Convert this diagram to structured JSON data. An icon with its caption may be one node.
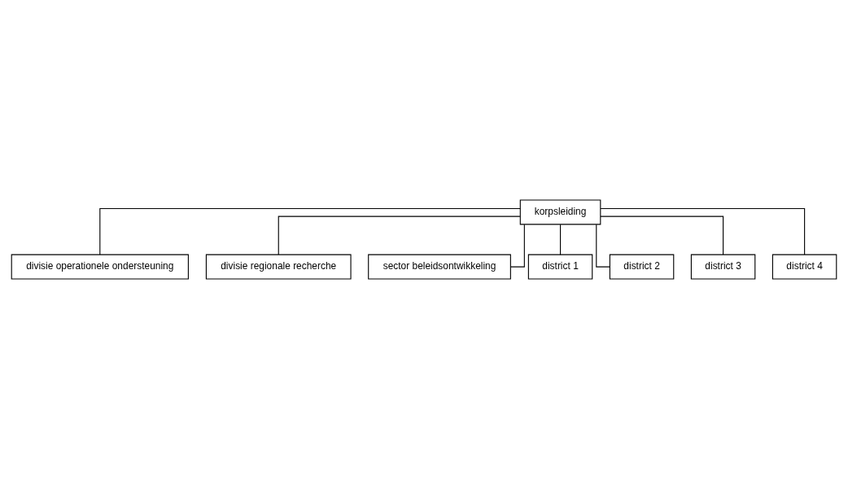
{
  "diagram": {
    "nodes": [
      {
        "text": [
          "korpsleiding"
        ]
      },
      {
        "text": [
          "divisie operationele ondersteuning"
        ]
      },
      {
        "text": [
          "divisie regionale recherche"
        ]
      },
      {
        "text": [
          "sector beleidsontwikkeling"
        ]
      },
      {
        "text": [
          "district 1"
        ]
      },
      {
        "text": [
          "district 2"
        ]
      },
      {
        "text": [
          "district 3"
        ]
      },
      {
        "text": [
          "district 4"
        ]
      }
    ],
    "edges": [
      {
        "from": 0,
        "to": 1,
        "arrow": "none"
      },
      {
        "from": 0,
        "to": 2,
        "arrow": "none"
      },
      {
        "from": 0,
        "to": 3,
        "arrow": "none"
      },
      {
        "from": 0,
        "to": 4,
        "arrow": "none"
      },
      {
        "from": 0,
        "to": 5,
        "arrow": "none"
      },
      {
        "from": 0,
        "to": 6,
        "arrow": "none"
      },
      {
        "from": 0,
        "to": 7,
        "arrow": "none"
      }
    ]
  }
}
